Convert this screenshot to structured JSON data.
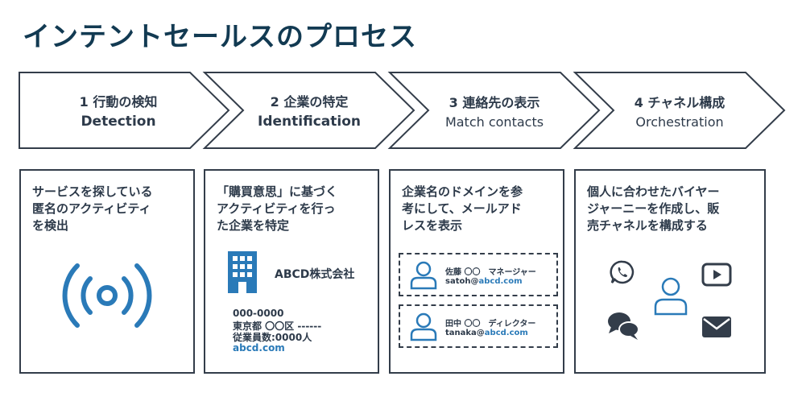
{
  "title": "インテントセールスのプロセス",
  "steps": [
    {
      "num": "1 行動の検知",
      "en": "Detection"
    },
    {
      "num": "2 企業の特定",
      "en": "Identification"
    },
    {
      "num": "3 連絡先の表示",
      "en": "Match contacts"
    },
    {
      "num": "4 チャネル構成",
      "en": "Orchestration"
    }
  ],
  "boxes": [
    {
      "desc": "サービスを探している\n匿名のアクティビティ\nを検出"
    },
    {
      "desc": "「購買意思」に基づく\nアクティビティを行っ\nた企業を特定"
    },
    {
      "desc": "企業名のドメインを参\n考にして、メールアド\nレスを表示"
    },
    {
      "desc": "個人に合わせたバイヤー\nジャーニーを作成し、販\n売チャネルを構成する"
    }
  ],
  "company": {
    "name": "ABCD株式会社",
    "zip": "000-0000",
    "address": "東京都 〇〇区 ------",
    "employees": "従業員数:0000人",
    "domain": "abcd.com"
  },
  "contacts": [
    {
      "name": "佐藤 〇〇　マネージャー",
      "mail_user": "satoh@",
      "mail_domain": "abcd.com"
    },
    {
      "name": "田中 〇〇　ディレクター",
      "mail_user": "tanaka@",
      "mail_domain": "abcd.com"
    }
  ],
  "colors": {
    "title": "#123a52",
    "accent": "#2a7ab8",
    "icon_dark": "#333d4a",
    "stroke": "#333d4a"
  },
  "icons": [
    "signal-icon",
    "building-icon",
    "user-icon",
    "whatsapp-icon",
    "youtube-icon",
    "chat-icon",
    "mail-icon"
  ]
}
